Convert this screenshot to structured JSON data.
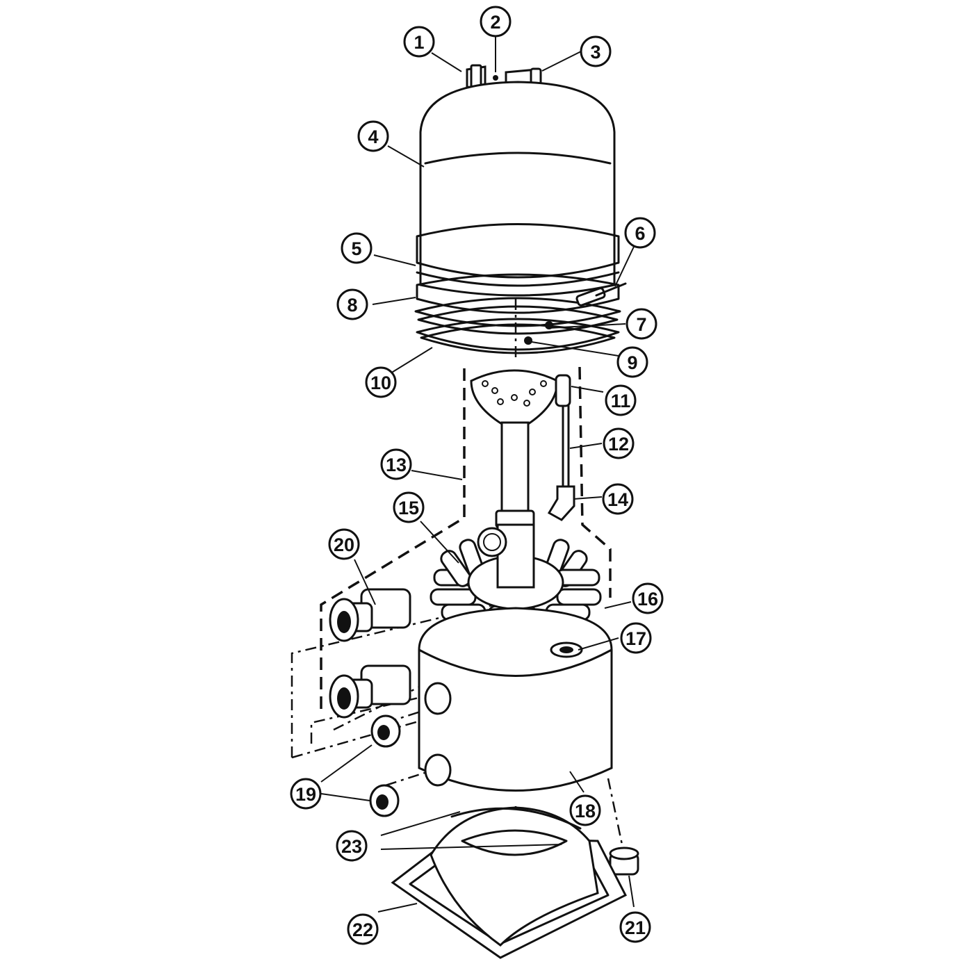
{
  "callouts": [
    {
      "label": "1"
    },
    {
      "label": "2"
    },
    {
      "label": "3"
    },
    {
      "label": "4"
    },
    {
      "label": "5"
    },
    {
      "label": "6"
    },
    {
      "label": "7"
    },
    {
      "label": "8"
    },
    {
      "label": "9"
    },
    {
      "label": "10"
    },
    {
      "label": "11"
    },
    {
      "label": "12"
    },
    {
      "label": "13"
    },
    {
      "label": "14"
    },
    {
      "label": "15"
    },
    {
      "label": "16"
    },
    {
      "label": "17"
    },
    {
      "label": "18"
    },
    {
      "label": "19"
    },
    {
      "label": "20"
    },
    {
      "label": "21"
    },
    {
      "label": "22"
    },
    {
      "label": "23"
    }
  ]
}
